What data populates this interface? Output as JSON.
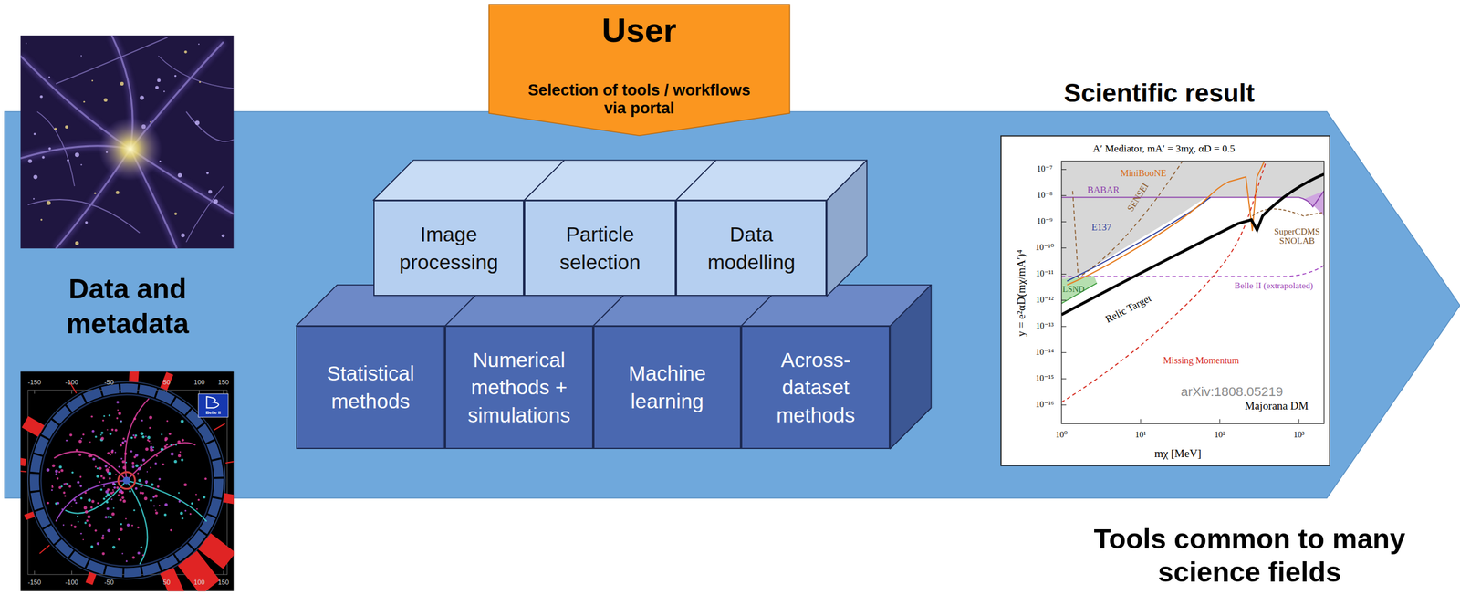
{
  "diagram": {
    "nodes": [
      {
        "text": [
          "Data and metadata",
          "Scientific result"
        ]
      },
      {
        "text": [
          "User",
          "Selection of tools / workflows via portal"
        ]
      },
      {
        "text": [
          "Image processing"
        ],
        "in": 0
      },
      {
        "text": [
          "Particle selection"
        ],
        "in": 0
      },
      {
        "text": [
          "Data modelling"
        ],
        "in": 0
      },
      {
        "text": [
          "Statistical methods"
        ],
        "in": 0
      },
      {
        "text": [
          "Numerical methods + simulations"
        ],
        "in": 0
      },
      {
        "text": [
          "Machine learning"
        ],
        "in": 0
      },
      {
        "text": [
          "Across-dataset methods"
        ],
        "in": 0
      }
    ],
    "labels": [
      "-150",
      "-100",
      "-50",
      "50",
      "100",
      "150",
      "Belle II",
      "-150",
      "-100",
      "-50",
      "50",
      "100",
      "150",
      "A′ Mediator, mA′ = 3mχ, αD = 0.5",
      "MiniBooNE",
      "BABAR",
      "SENSEI",
      "E137",
      "LSND",
      "Relic Target",
      "SuperCDMS SNOLAB",
      "Belle II (extrapolated)",
      "Missing Momentum",
      "arXiv:1808.05219",
      "Majorana DM",
      "y = e²αD(mχ/mA′)⁴",
      "10⁻⁷",
      "10⁻⁸",
      "10⁻⁹",
      "10⁻¹⁰",
      "10⁻¹¹",
      "10⁻¹²",
      "10⁻¹³",
      "10⁻¹⁴",
      "10⁻¹⁵",
      "10⁻¹⁶",
      "10⁰",
      "10¹",
      "10²",
      "10³",
      "mχ [MeV]",
      "Tools common to many science fields"
    ]
  }
}
